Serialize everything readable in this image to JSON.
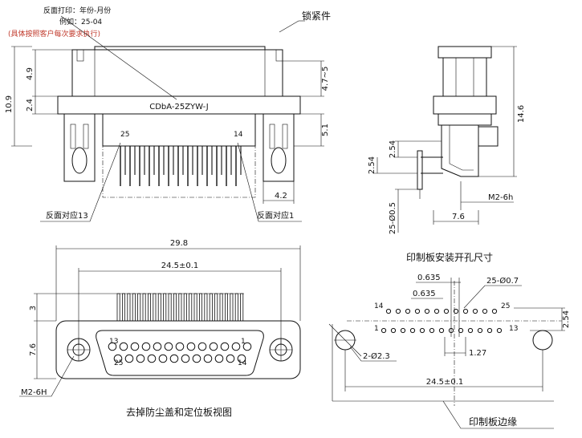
{
  "front_view": {
    "note_reverse_print": "反面打印：年份-月份",
    "note_example": "例如：25-04",
    "note_customer": "(具体按照客户每次要求执行)",
    "part_number": "CDbA-25ZYW-J",
    "lock_label": "锁紧件",
    "reverse_13": "反面对应13",
    "reverse_1": "反面对应1",
    "pin_left": "25",
    "pin_right": "14",
    "dims": {
      "total_height": "10.9",
      "upper": "4.9",
      "flange": "2.4",
      "lock_range": "4.7~5",
      "post_height": "5.1",
      "post_width": "4.2"
    }
  },
  "side_view": {
    "thread": "M2-6h",
    "dims": {
      "height": "14.6",
      "pitch_upper": "2.54",
      "pitch_lower": "2.54",
      "pin_length": "25-Ø0.5",
      "depth": "7.6"
    }
  },
  "top_view": {
    "caption": "去掉防尘盖和定位板视图",
    "thread": "M2-6H",
    "pin_labels": {
      "tl": "13",
      "tr": "1",
      "bl": "25",
      "br": "14"
    },
    "dims": {
      "overall_width": "29.8",
      "hole_spacing": "24.5±0.1",
      "pin_height": "3",
      "flange_height": "7.6"
    }
  },
  "pcb": {
    "title": "印制板安装开孔尺寸",
    "hole_spec": "25-Ø0.7",
    "mount_hole_spec": "2-Ø2.3",
    "edge_label": "印制板边缘",
    "labels": {
      "row1_left": "14",
      "row1_right": "25",
      "row2_left": "1",
      "row2_right": "13"
    },
    "dims": {
      "offset_top": "0.635",
      "offset_mid": "0.635",
      "pin_pitch": "1.27",
      "row_pitch": "2.54",
      "hole_spacing": "24.5±0.1"
    }
  }
}
